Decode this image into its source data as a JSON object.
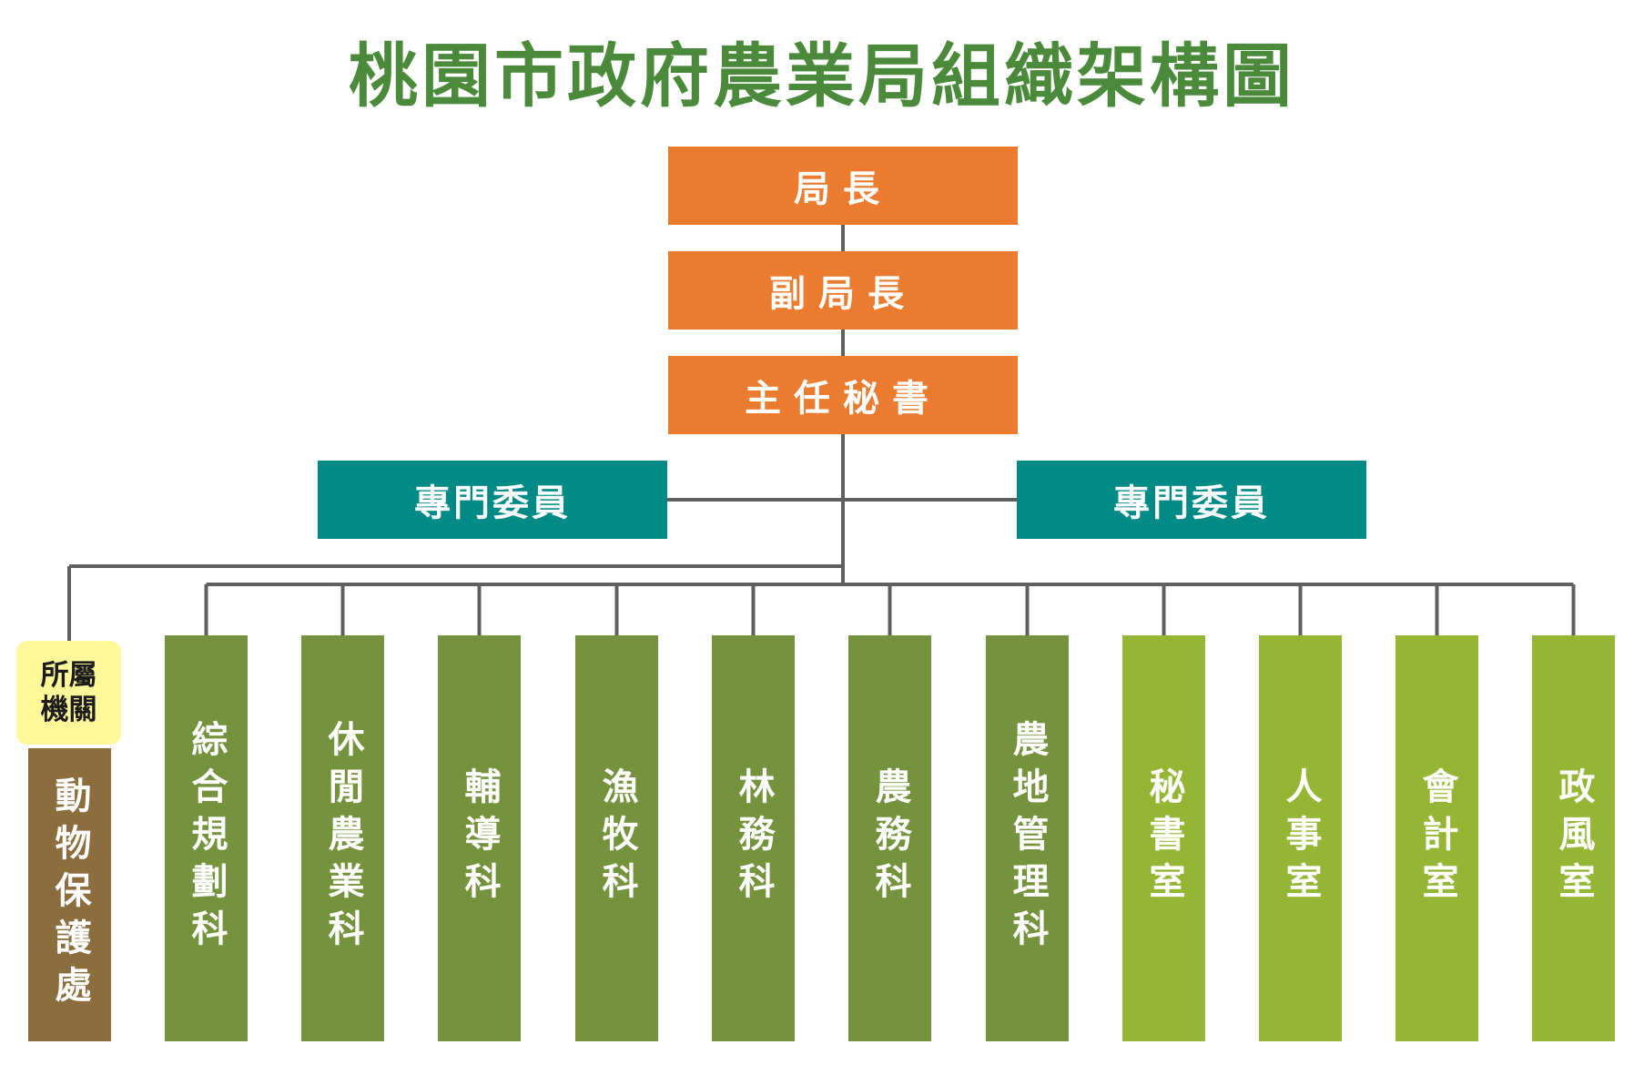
{
  "title": "桃園市政府農業局組織架構圖",
  "colors": {
    "title": "#4a8a3a",
    "executive": "#ea7b2f",
    "special": "#008a86",
    "section": "#75923c",
    "office": "#94b634",
    "agency": "#8b6d3e",
    "tag_bg": "#fef89a",
    "line": "#606060"
  },
  "executives": [
    {
      "label": "局長",
      "icon": "none"
    },
    {
      "label": "副局長",
      "icon": "none"
    },
    {
      "label": "主任秘書",
      "icon": "none"
    }
  ],
  "specialists": [
    {
      "label": "專門委員"
    },
    {
      "label": "專門委員"
    }
  ],
  "affiliated": {
    "tag": "所屬機關",
    "agency": "動物保護處"
  },
  "sections": [
    {
      "label": "綜合規劃科"
    },
    {
      "label": "休閒農業科"
    },
    {
      "label": "輔導科"
    },
    {
      "label": "漁牧科"
    },
    {
      "label": "林務科"
    },
    {
      "label": "農務科"
    },
    {
      "label": "農地管理科"
    }
  ],
  "offices": [
    {
      "label": "秘書室"
    },
    {
      "label": "人事室"
    },
    {
      "label": "會計室"
    },
    {
      "label": "政風室"
    }
  ]
}
